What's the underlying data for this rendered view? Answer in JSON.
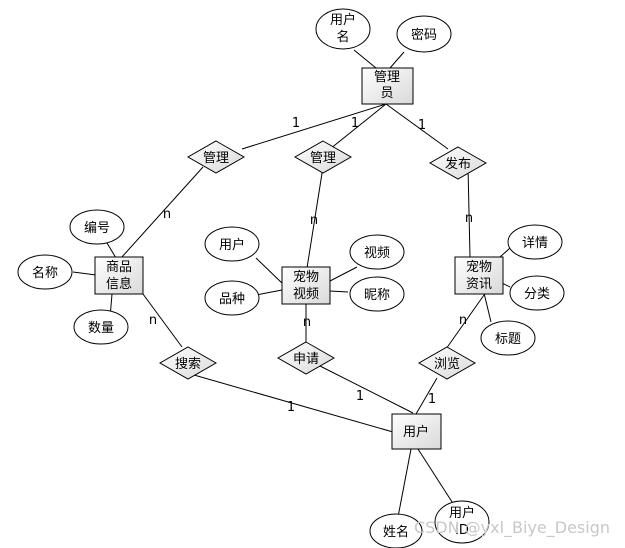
{
  "entities": {
    "admin": [
      "管理",
      "员"
    ],
    "goods": [
      "商品",
      "信息"
    ],
    "video": [
      "宠物",
      "视频"
    ],
    "news": [
      "宠物",
      "资讯"
    ],
    "user": [
      "用户"
    ]
  },
  "attributes": {
    "admin_username": [
      "用户",
      "名"
    ],
    "admin_password": [
      "密码"
    ],
    "goods_id": [
      "编号"
    ],
    "goods_name": [
      "名称"
    ],
    "goods_qty": [
      "数量"
    ],
    "video_user": [
      "用户"
    ],
    "video_breed": [
      "品种"
    ],
    "video_video": [
      "视频"
    ],
    "video_nick": [
      "昵称"
    ],
    "news_detail": [
      "详情"
    ],
    "news_category": [
      "分类"
    ],
    "news_title": [
      "标题"
    ],
    "user_name": [
      "姓名"
    ],
    "user_id": [
      "用户",
      "ID"
    ]
  },
  "relationships": {
    "manage1": "管理",
    "manage2": "管理",
    "publish": "发布",
    "search": "搜索",
    "apply": "申请",
    "browse": "浏览"
  },
  "cardinalities": {
    "c1": "1",
    "c2": "1",
    "c3": "1",
    "c4": "n",
    "c5": "n",
    "c6": "n",
    "c7": "n",
    "c8": "1",
    "c9": "n",
    "c10": "1",
    "c11": "n",
    "c12": "1"
  },
  "watermark": "CSDN @yxl_Biye_Design"
}
